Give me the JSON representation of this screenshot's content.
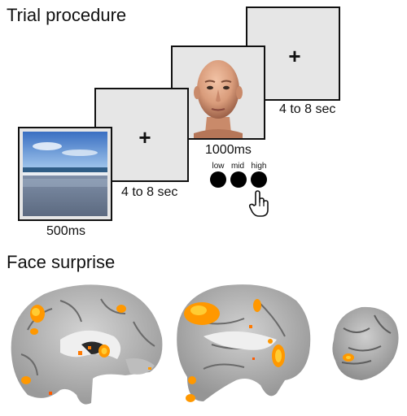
{
  "sections": {
    "trial_procedure_title": "Trial procedure",
    "face_surprise_title": "Face surprise"
  },
  "panels": {
    "scene_duration": "500ms",
    "fixation1_duration": "4 to 8 sec",
    "face_duration": "1000ms",
    "fixation2_duration": "4 to 8 sec",
    "fixation_symbol": "+"
  },
  "response_options": [
    "low",
    "mid",
    "high"
  ],
  "icons": {
    "hand": "pointing-hand-icon"
  },
  "colors": {
    "panel_fill": "#e6e6e6",
    "activation_primary": "#ff9800",
    "activation_secondary": "#ffcc33",
    "activation_hot": "#ff5a00"
  }
}
